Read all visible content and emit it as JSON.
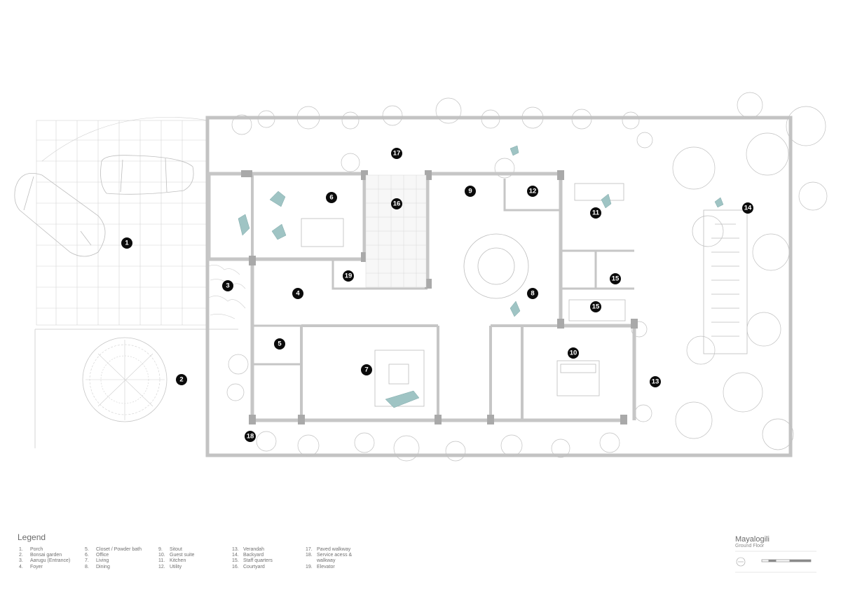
{
  "room_markers": [
    {
      "n": "1"
    },
    {
      "n": "2"
    },
    {
      "n": "3"
    },
    {
      "n": "4"
    },
    {
      "n": "5"
    },
    {
      "n": "6"
    },
    {
      "n": "7"
    },
    {
      "n": "8"
    },
    {
      "n": "9"
    },
    {
      "n": "10"
    },
    {
      "n": "11"
    },
    {
      "n": "12"
    },
    {
      "n": "13"
    },
    {
      "n": "14"
    },
    {
      "n": "15"
    },
    {
      "n": "15"
    },
    {
      "n": "16"
    },
    {
      "n": "17"
    },
    {
      "n": "18"
    },
    {
      "n": "19"
    }
  ],
  "legend": {
    "title": "Legend",
    "items": [
      {
        "num": "1.",
        "label": "Porch"
      },
      {
        "num": "2.",
        "label": "Bonsai garden"
      },
      {
        "num": "3.",
        "label": "Aarugu (Entrance)"
      },
      {
        "num": "4.",
        "label": "Foyer"
      },
      {
        "num": "5.",
        "label": "Closet / Powder bath"
      },
      {
        "num": "6.",
        "label": "Office"
      },
      {
        "num": "7.",
        "label": "Living"
      },
      {
        "num": "8.",
        "label": "Dining"
      },
      {
        "num": "9.",
        "label": "Sitout"
      },
      {
        "num": "10.",
        "label": "Guest suite"
      },
      {
        "num": "11.",
        "label": "Kitchen"
      },
      {
        "num": "12.",
        "label": "Utility"
      },
      {
        "num": "13.",
        "label": "Verandah"
      },
      {
        "num": "14.",
        "label": "Backyard"
      },
      {
        "num": "15.",
        "label": "Staff quarters"
      },
      {
        "num": "16.",
        "label": "Courtyard"
      },
      {
        "num": "17.",
        "label": "Paved walkway"
      },
      {
        "num": "18.",
        "label": "Service acess & walkway"
      },
      {
        "num": "19.",
        "label": "Elevator"
      }
    ]
  },
  "title_block": {
    "project": "Mayalogili",
    "floor": "Ground Floor"
  },
  "colors": {
    "wall": "#c9c9c9",
    "line": "#b5b5b5",
    "accent_water": "#9fc4c4",
    "marker": "#0b0b0b"
  }
}
